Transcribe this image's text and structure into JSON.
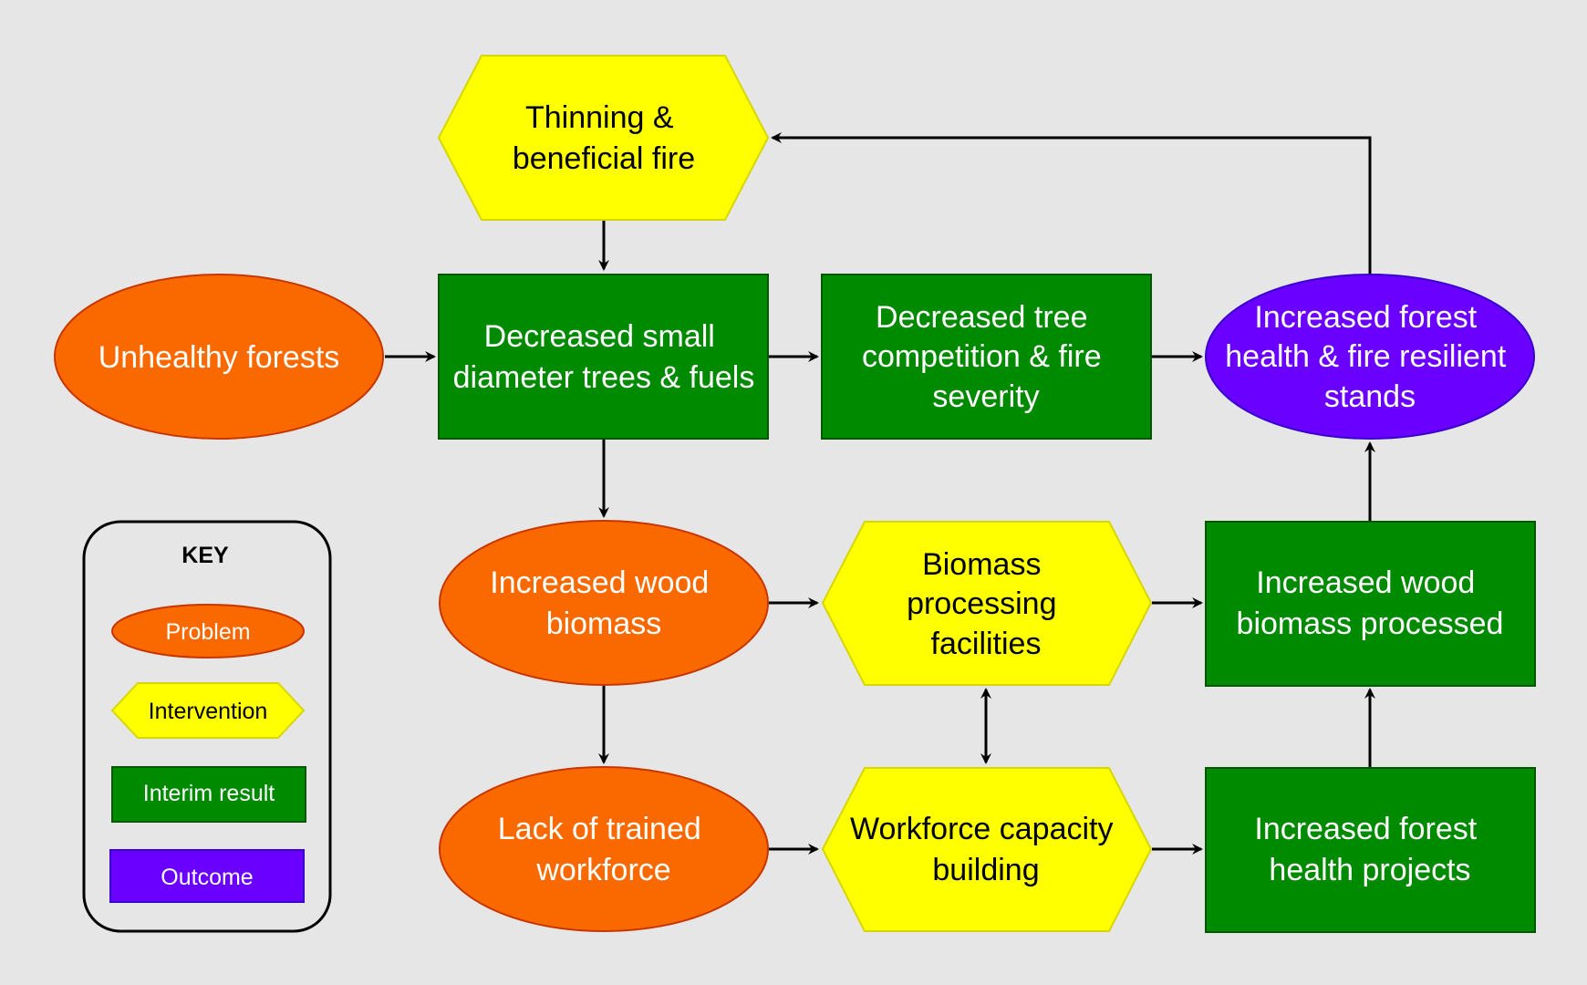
{
  "colors": {
    "background": "#e6e6e6",
    "problem_fill": "#fa6800",
    "problem_stroke": "#c73500",
    "intervention_fill": "#ffff00",
    "intervention_stroke": "#d6d600",
    "interim_fill": "#008a00",
    "interim_stroke": "#005700",
    "outcome_fill": "#6a00ff",
    "outcome_stroke": "#3700cc",
    "arrow": "#000000",
    "light_text": "#ffffff",
    "dark_text": "#000000"
  },
  "nodes": {
    "thinning": {
      "kind": "intervention",
      "lines": [
        "Thinning &",
        "beneficial fire"
      ]
    },
    "unhealthy": {
      "kind": "problem",
      "lines": [
        "Unhealthy forests"
      ]
    },
    "decreased_small": {
      "kind": "interim",
      "lines": [
        "Decreased small",
        "diameter trees & fuels"
      ]
    },
    "decreased_tree": {
      "kind": "interim",
      "lines": [
        "Decreased tree",
        "competition & fire",
        "severity"
      ]
    },
    "increased_health_resilient": {
      "kind": "outcome",
      "lines": [
        "Increased forest",
        "health & fire resilient",
        "stands"
      ]
    },
    "increased_biomass": {
      "kind": "problem",
      "lines": [
        "Increased wood",
        "biomass"
      ]
    },
    "biomass_facilities": {
      "kind": "intervention",
      "lines": [
        "Biomass",
        "processing",
        "facilities"
      ]
    },
    "biomass_processed": {
      "kind": "interim",
      "lines": [
        "Increased wood",
        "biomass processed"
      ]
    },
    "lack_workforce": {
      "kind": "problem",
      "lines": [
        "Lack of trained",
        "workforce"
      ]
    },
    "workforce_building": {
      "kind": "intervention",
      "lines": [
        "Workforce capacity",
        "building"
      ]
    },
    "health_projects": {
      "kind": "interim",
      "lines": [
        "Increased forest",
        "health projects"
      ]
    }
  },
  "edges": [
    {
      "from": "thinning",
      "to": "decreased_small"
    },
    {
      "from": "unhealthy",
      "to": "decreased_small"
    },
    {
      "from": "decreased_small",
      "to": "decreased_tree"
    },
    {
      "from": "decreased_tree",
      "to": "increased_health_resilient"
    },
    {
      "from": "increased_health_resilient",
      "to": "thinning"
    },
    {
      "from": "decreased_small",
      "to": "increased_biomass"
    },
    {
      "from": "increased_biomass",
      "to": "biomass_facilities"
    },
    {
      "from": "biomass_facilities",
      "to": "biomass_processed"
    },
    {
      "from": "biomass_processed",
      "to": "increased_health_resilient"
    },
    {
      "from": "increased_biomass",
      "to": "lack_workforce"
    },
    {
      "from": "lack_workforce",
      "to": "workforce_building"
    },
    {
      "from": "workforce_building",
      "to": "health_projects"
    },
    {
      "from": "health_projects",
      "to": "biomass_processed"
    },
    {
      "from": "biomass_facilities",
      "to": "workforce_building",
      "bidirectional": true
    }
  ],
  "key": {
    "title": "KEY",
    "problem": "Problem",
    "intervention": "Intervention",
    "interim": "Interim result",
    "outcome": "Outcome"
  }
}
